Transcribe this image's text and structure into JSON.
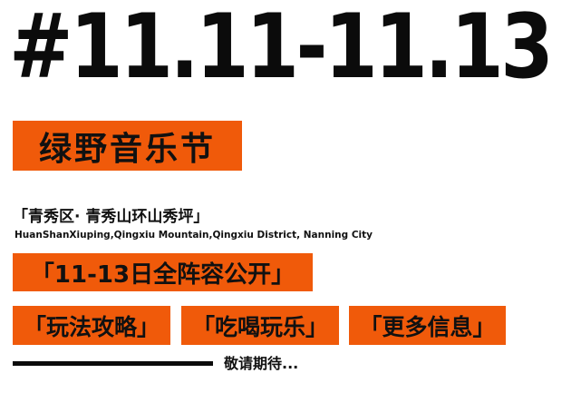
{
  "header": {
    "date_range": "#11.11-11.13"
  },
  "festival": {
    "name": "绿野音乐节"
  },
  "location": {
    "chinese": "「青秀区· 青秀山环山秀坪」",
    "english": "HuanShanXiuping,Qingxiu Mountain,Qingxiu District, Nanning City"
  },
  "tags": {
    "dates": "「11-13日全阵容公开」",
    "gameplay": "「玩法攻略」",
    "food": "「吃喝玩乐」",
    "more_info": "「更多信息」"
  },
  "footer": {
    "stay_tuned": "敬请期待..."
  },
  "colors": {
    "accent": "#f05a0a",
    "text": "#111111",
    "background": "#ffffff"
  }
}
